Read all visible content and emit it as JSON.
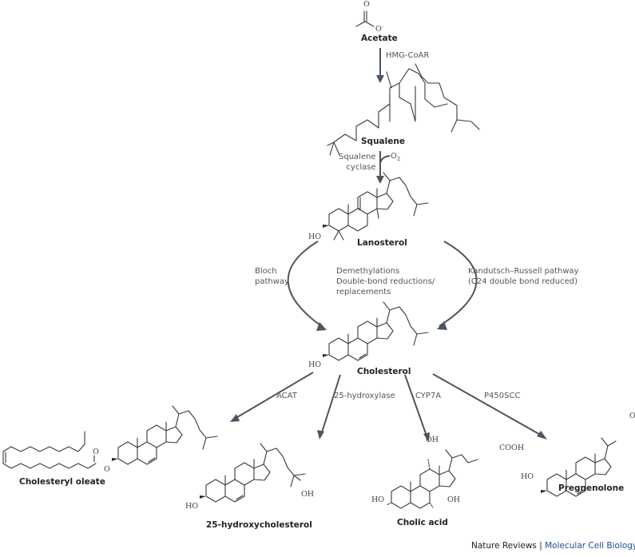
{
  "molecules": {
    "acetate": "Acetate",
    "squalene": "Squalene",
    "lanosterol": "Lanosterol",
    "cholesterol": "Cholesterol",
    "cholesteryl_oleate": "Cholesteryl oleate",
    "hydroxycholesterol": "25-hydroxycholesterol",
    "cholic_acid": "Cholic acid",
    "pregnenolone": "Pregnenolone"
  },
  "enzymes": {
    "hmg_coar": "HMG-CoAR",
    "squalene_cyclase": "Squalene\ncyclase",
    "o2": "O",
    "o2_sub": "2",
    "bloch": "Bloch\npathway",
    "central": "Demethylations\nDouble-bond reductions/\nreplacements",
    "kandutsch": "Kandutsch–Russell pathway\n(C24 double bond reduced)",
    "acat": "ACAT",
    "hydroxylase": "25-hydroxylase",
    "cyp7a": "CYP7A",
    "p450scc": "P450SCC"
  },
  "atoms": {
    "o": "O",
    "o_minus": "O",
    "ho": "HO",
    "oh": "OH",
    "cooh": "COOH"
  },
  "footer": {
    "publisher": "Nature Reviews",
    "separator": "|",
    "journal": "Molecular Cell Biology"
  }
}
